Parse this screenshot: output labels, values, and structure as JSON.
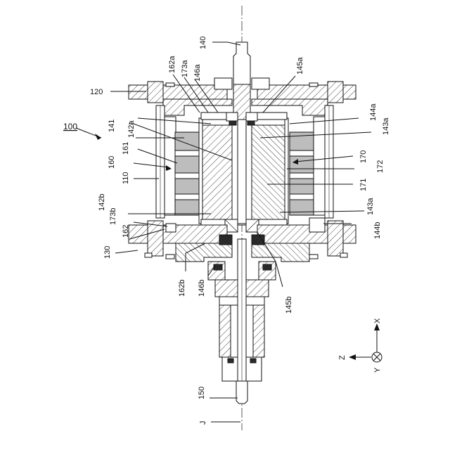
{
  "labels": {
    "l100": "100",
    "l120": "120",
    "l130": "130",
    "l140": "140",
    "l150": "150",
    "l110": "110",
    "l141": "141",
    "l142a": "142a",
    "l142b": "142b",
    "l143a_top": "143a",
    "l143a_bottom": "143a",
    "l144a": "144a",
    "l144b": "144b",
    "l145a": "145a",
    "l145b": "145b",
    "l146a": "146a",
    "l146b": "146b",
    "l160": "160",
    "l161": "161",
    "l162": "162",
    "l162a": "162a",
    "l162b": "162b",
    "l170": "170",
    "l171": "171",
    "l172": "172",
    "l173a": "173a",
    "l173b": "173b",
    "axisJ": "J"
  },
  "axes": {
    "x": "X",
    "z": "Z",
    "y": "Y"
  }
}
